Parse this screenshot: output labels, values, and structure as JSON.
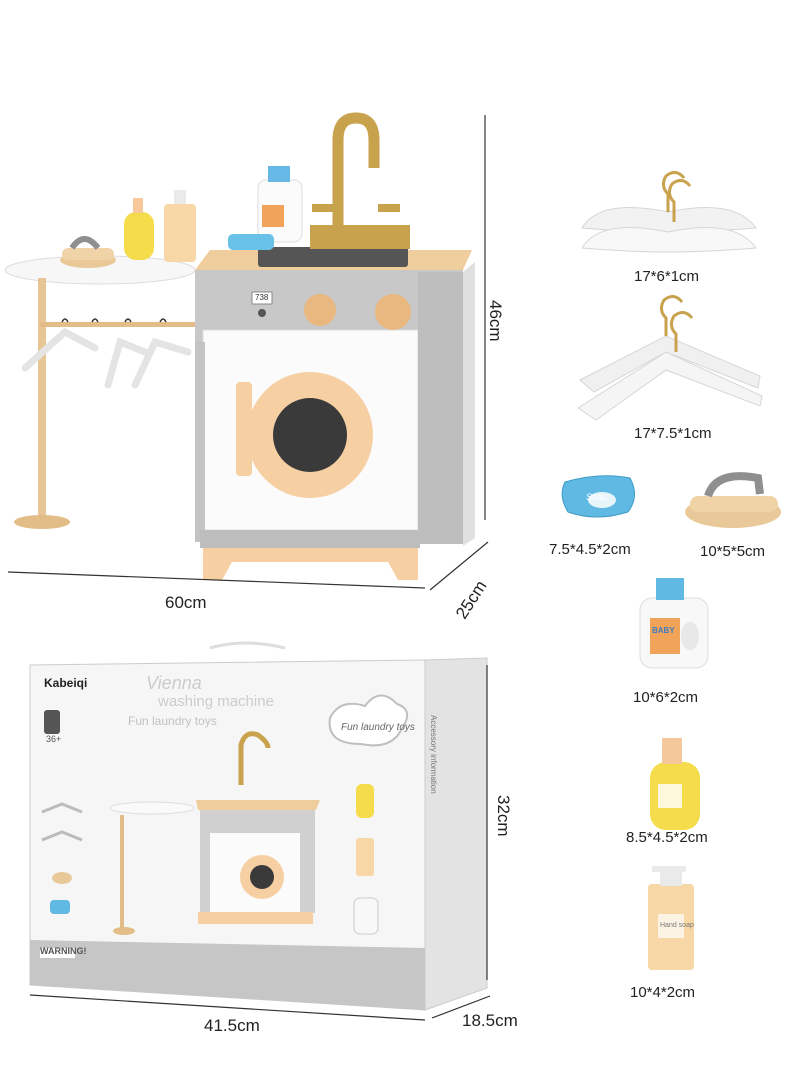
{
  "dimensions": {
    "toy_width": "60cm",
    "toy_height": "46cm",
    "toy_depth": "25cm",
    "box_width": "41.5cm",
    "box_height": "32cm",
    "box_depth": "18.5cm"
  },
  "accessories": [
    {
      "name": "hangers-small",
      "size": "17*6*1cm"
    },
    {
      "name": "hangers-large",
      "size": "17*7.5*1cm"
    },
    {
      "name": "soap",
      "size": "7.5*4.5*2cm"
    },
    {
      "name": "iron",
      "size": "10*5*5cm"
    },
    {
      "name": "detergent-bottle",
      "size": "10*6*2cm"
    },
    {
      "name": "lotion-bottle",
      "size": "8.5*4.5*2cm"
    },
    {
      "name": "hand-soap-pump",
      "size": "10*4*2cm"
    }
  ],
  "box": {
    "brand": "Kabeiqi",
    "product_line1": "Vienna",
    "product_line2": "washing machine",
    "subtitle": "Fun laundry toys",
    "cloud_text": "Fun laundry toys",
    "age_badge": "36+",
    "warning_title": "WARNING!",
    "side_title": "Accessory information"
  },
  "product_labels": {
    "soap": "Soap",
    "baby": "BABY",
    "hand_soap": "Hand soap",
    "display": "738"
  },
  "colors": {
    "wood": "#e9c99a",
    "peach": "#f6cfa3",
    "gray": "#c9c9c9",
    "white": "#fbfbfb",
    "gold": "#c8a24c",
    "yellow": "#f5dc4a",
    "blue": "#68c2e8"
  }
}
